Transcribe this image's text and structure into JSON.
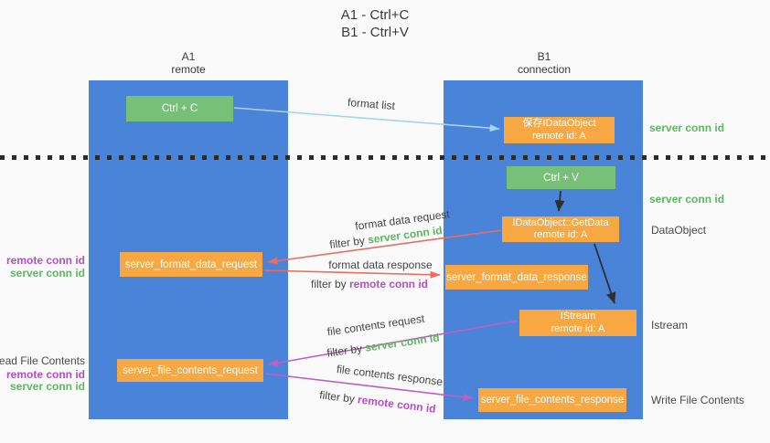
{
  "title": {
    "line1": "A1 - Ctrl+C",
    "line2": "B1 - Ctrl+V"
  },
  "columns": {
    "left": {
      "name": "A1",
      "subtitle": "remote"
    },
    "right": {
      "name": "B1",
      "subtitle": "connection"
    }
  },
  "nodes": {
    "ctrl_c": {
      "label": "Ctrl + C"
    },
    "save_idataobject": {
      "line1": "保存IDataObject",
      "line2": "remote id: A"
    },
    "ctrl_v": {
      "label": "Ctrl + V"
    },
    "getdata": {
      "line1": "IDataObject::GetData",
      "line2": "remote id: A"
    },
    "format_request": {
      "label": "server_format_data_request"
    },
    "format_response": {
      "label": "server_format_data_response"
    },
    "istream": {
      "line1": "IStream",
      "line2": "remote id: A"
    },
    "file_request": {
      "label": "server_file_contents_request"
    },
    "file_response": {
      "label": "server_file_contents_response"
    }
  },
  "edges": {
    "format_list": {
      "label": "format list"
    },
    "format_data_request": {
      "label": "format data request",
      "filter_prefix": "filter by ",
      "filter_key": "server conn id"
    },
    "format_data_response": {
      "label": "format data response",
      "filter_prefix": "filter by ",
      "filter_key": "remote conn id"
    },
    "file_contents_request": {
      "label": "file contents request",
      "filter_prefix": "filter by ",
      "filter_key": "server conn id"
    },
    "file_contents_response": {
      "label": "file contents response",
      "filter_prefix": "filter by ",
      "filter_key": "remote conn id"
    }
  },
  "side_labels": {
    "right_server_conn_top": "server conn id",
    "right_server_conn_mid": "server conn id",
    "right_dataobject": "DataObject",
    "right_istream": "Istream",
    "right_write_file": "Write File Contents",
    "left_remote_conn_top": "remote conn id",
    "left_server_conn_top": "server conn id",
    "left_read_file": "Read File Contents",
    "left_remote_conn_bottom": "remote conn id",
    "left_server_conn_bottom": "server conn id"
  },
  "colors": {
    "column_blue": "#4a84d8",
    "box_green": "#77c077",
    "box_orange": "#f7a843",
    "arrow_blue": "#a6d2f0",
    "arrow_red": "#ee6b60",
    "arrow_magenta": "#c05ec5",
    "arrow_black": "#2f2f2f",
    "green_label": "#5cb860",
    "purple_label": "#b44ec6"
  }
}
